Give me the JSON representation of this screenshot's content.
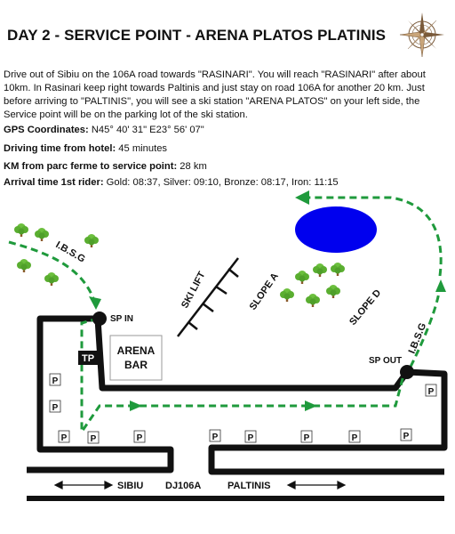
{
  "title": "DAY 2 - SERVICE POINT - ARENA PLATOS PLATINIS",
  "intro": "Drive out of Sibiu on the 106A road towards \"RASINARI\". You will reach \"RASINARI\" after about 10km. In Rasinari keep right towards Paltinis and just stay on road 106A for another 20 km. Just before arriving to \"PALTINIS\", you will see a ski station \"ARENA PLATOS\" on your left side, the Service point will be on the parking lot of the ski station.",
  "gps": {
    "label": "GPS Coordinates:",
    "value": " N45° 40' 31\" E23° 56' 07\""
  },
  "driving": {
    "label": "Driving time from hotel:",
    "value": " 45 minutes"
  },
  "km": {
    "label": "KM from parc ferme to service point:",
    "value": " 28 km"
  },
  "arrival": {
    "label": "Arrival time 1st rider:",
    "value": " Gold: 08:37, Silver: 09:10, Bronze: 08:17, Iron: 11:15"
  },
  "map": {
    "ibsg_left": "I.B.S.G",
    "ibsg_right": "I.B.S.G",
    "sp_in": "SP IN",
    "sp_out": "SP OUT",
    "tp": "TP",
    "arena_line1": "ARENA",
    "arena_line2": "BAR",
    "ski_lift": "SKI LIFT",
    "slope_a": "SLOPE A",
    "slope_d": "SLOPE D",
    "parking": "P",
    "road_sibiu": "SIBIU",
    "road_name": "DJ106A",
    "road_paltinis": "PALTINIS"
  },
  "colors": {
    "route": "#1f9a3c",
    "lake": "#0000ee",
    "tree_canopy": "#6cbf3e",
    "tree_trunk": "#8a5a2b",
    "road": "#111111"
  },
  "icons": {
    "compass": "compass-rose-icon",
    "tree": "tree-icon",
    "parking": "parking-sign-icon",
    "arrow": "two-way-arrow-icon"
  }
}
